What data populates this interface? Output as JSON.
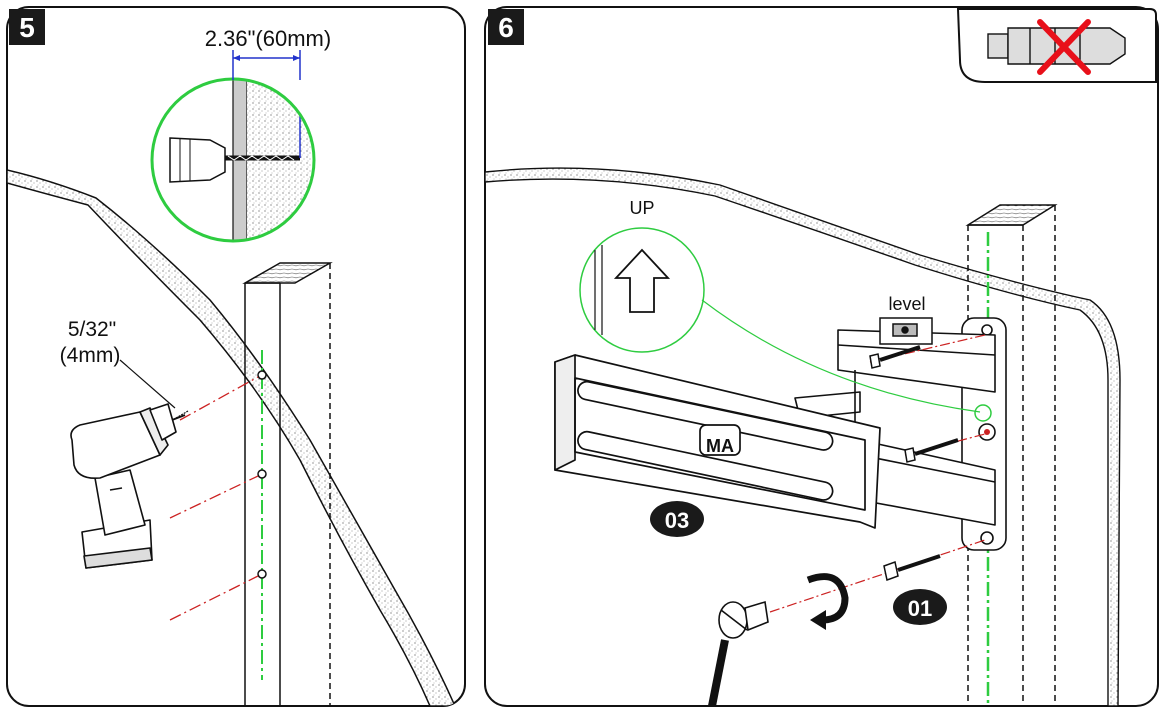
{
  "steps": [
    {
      "number": "5",
      "dimension_label": "2.36\"(60mm)",
      "drill_size_label": "5/32\"",
      "drill_size_metric": "(4mm)"
    },
    {
      "number": "6",
      "up_label": "UP",
      "level_label": "level",
      "part_labels": [
        "03",
        "01"
      ],
      "bracket_logo": "MA"
    }
  ],
  "colors": {
    "outline": "#111111",
    "guide_green": "#2ecc40",
    "dimension_blue": "#2233cc",
    "drill_line_red": "#cc2222",
    "cross_red": "#e8101a",
    "badge_bg": "#1a1a1a"
  },
  "icons": [
    "drill-icon",
    "stud-icon",
    "anchor-prohibited-icon",
    "wrench-icon",
    "rotate-arrow-icon",
    "up-arrow-icon",
    "level-icon"
  ]
}
